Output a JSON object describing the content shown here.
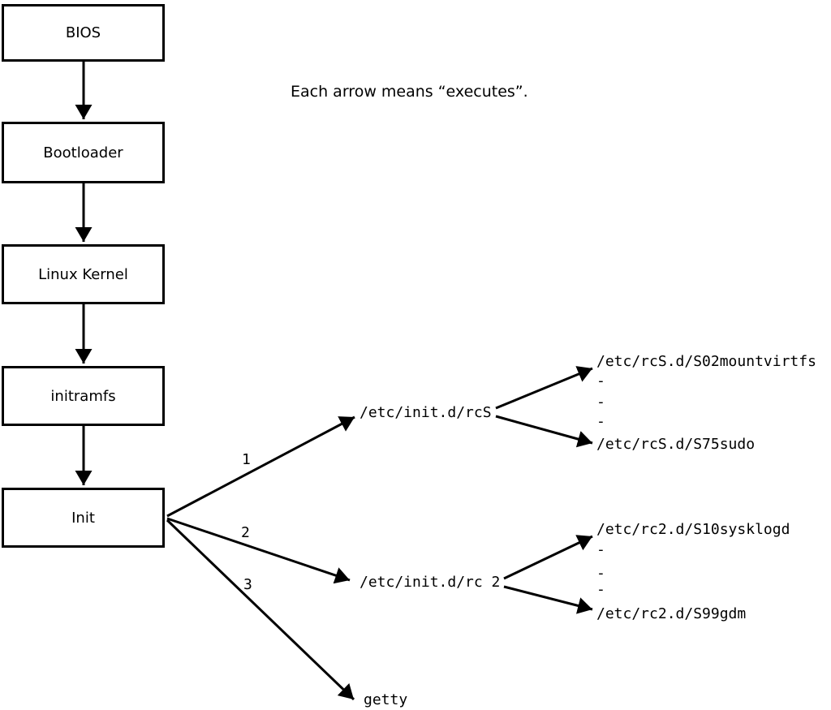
{
  "colors": {
    "foreground": "#000000",
    "background": "#ffffff"
  },
  "note": "Each arrow means “executes”.",
  "boot_chain": [
    {
      "label": "BIOS"
    },
    {
      "label": "Bootloader"
    },
    {
      "label": "Linux Kernel"
    },
    {
      "label": "initramfs"
    },
    {
      "label": "Init"
    }
  ],
  "init_branches": [
    {
      "number": "1",
      "target": "/etc/init.d/rcS"
    },
    {
      "number": "2",
      "target": "/etc/init.d/rc 2"
    },
    {
      "number": "3",
      "target": "getty"
    }
  ],
  "rcS_scripts": {
    "first": "/etc/rcS.d/S02mountvirtfs",
    "ellipsis": "-",
    "last": "/etc/rcS.d/S75sudo"
  },
  "rc2_scripts": {
    "first": "/etc/rc2.d/S10sysklogd",
    "ellipsis": "-",
    "last": "/etc/rc2.d/S99gdm"
  }
}
